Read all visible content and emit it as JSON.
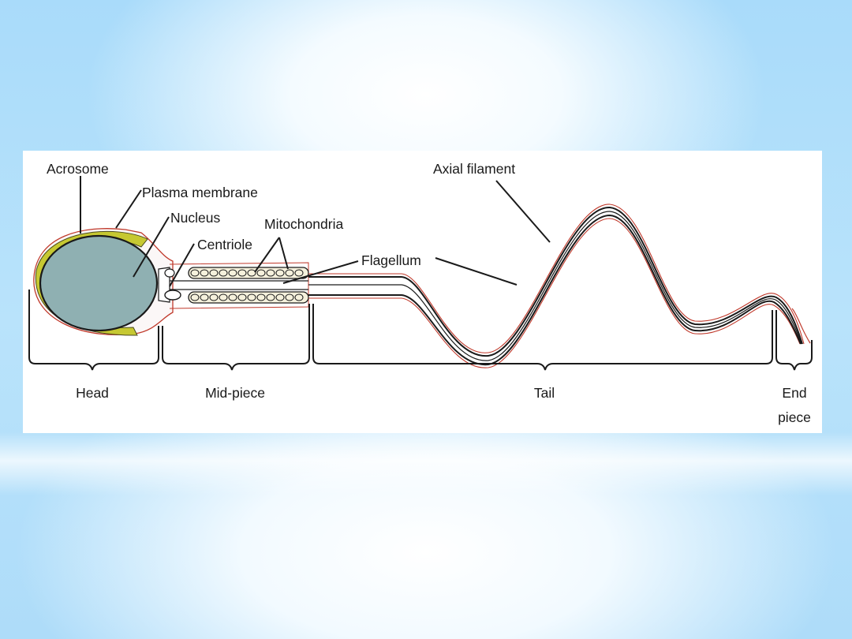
{
  "slide": {
    "background": {
      "base_color": "#aedcf9",
      "glow_color": "#ffffff"
    }
  },
  "diagram": {
    "labels": {
      "acrosome": "Acrosome",
      "plasma_membrane": "Plasma membrane",
      "nucleus": "Nucleus",
      "centriole": "Centriole",
      "mitochondria": "Mitochondria",
      "flagellum": "Flagellum",
      "axial_filament": "Axial filament"
    },
    "regions": {
      "head": "Head",
      "mid_piece": "Mid-piece",
      "tail": "Tail",
      "end_piece_line1": "End",
      "end_piece_line2": "piece"
    },
    "colors": {
      "nucleus_fill": "#8fb0b2",
      "acrosome_fill": "#c6c832",
      "membrane_outline": "#c0392b",
      "mitochondria_fill": "#f5f1dc",
      "line": "#1a1a1a"
    }
  }
}
